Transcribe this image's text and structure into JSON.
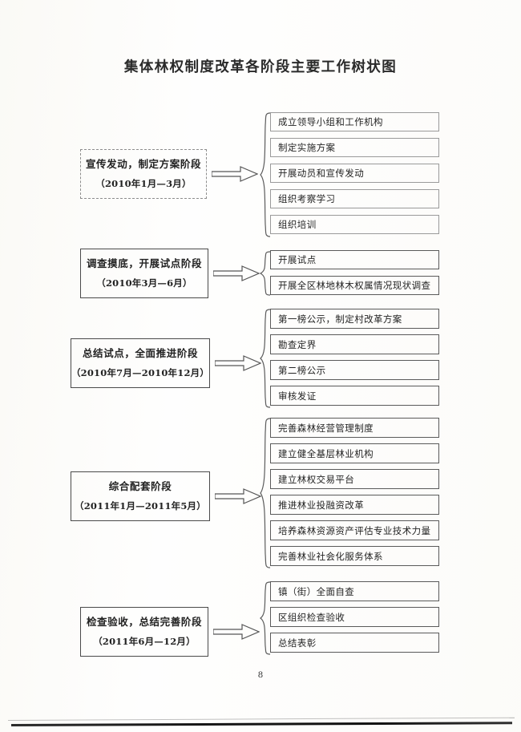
{
  "document": {
    "title": "集体林权制度改革各阶段主要工作树状图",
    "page_number": "8"
  },
  "chart_data": {
    "type": "diagram",
    "diagram_kind": "tree / flow chart",
    "title": "集体林权制度改革各阶段主要工作树状图",
    "stages": [
      {
        "id": "stage-1",
        "name": "宣传发动，制定方案阶段",
        "period": "（2010年1月—3月）",
        "connector": "hollow-block-arrow",
        "grouping": "curly-brace",
        "tasks": [
          "成立领导小组和工作机构",
          "制定实施方案",
          "开展动员和宣传发动",
          "组织考察学习",
          "组织培训"
        ]
      },
      {
        "id": "stage-2",
        "name": "调查摸底，开展试点阶段",
        "period": "（2010年3月—6月）",
        "connector": "hollow-block-arrow",
        "grouping": "curly-brace",
        "tasks": [
          "开展试点",
          "开展全区林地林木权属情况现状调查"
        ]
      },
      {
        "id": "stage-3",
        "name": "总结试点，全面推进阶段",
        "period": "（2010年7月—2010年12月）",
        "connector": "hollow-block-arrow",
        "grouping": "curly-brace",
        "tasks": [
          "第一榜公示，制定村改革方案",
          "勘查定界",
          "第二榜公示",
          "审核发证"
        ]
      },
      {
        "id": "stage-4",
        "name": "综合配套阶段",
        "period": "（2011年1月—2011年5月）",
        "connector": "hollow-block-arrow",
        "grouping": "curly-brace",
        "tasks": [
          "完善森林经营管理制度",
          "建立健全基层林业机构",
          "建立林权交易平台",
          "推进林业投融资改革",
          "培养森林资源资产评估专业技术力量",
          "完善林业社会化服务体系"
        ]
      },
      {
        "id": "stage-5",
        "name": "检查验收，总结完善阶段",
        "period": "（2011年6月—12月）",
        "connector": "hollow-block-arrow",
        "grouping": "curly-brace",
        "tasks": [
          "镇（街）全面自查",
          "区组织检查验收",
          "总结表彰"
        ]
      }
    ],
    "colors": {
      "paper": "#fdfdfc",
      "ink": "#242424",
      "box_border": "#5a5a5a"
    }
  }
}
